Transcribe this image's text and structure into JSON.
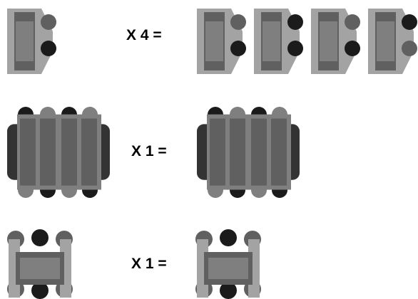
{
  "colors": {
    "light": "#a3a3a3",
    "mid": "#7f7f7f",
    "dark": "#606060",
    "darker": "#4a4a4a",
    "darkest": "#333333",
    "black": "#1b1b1b",
    "bg": "#ffffff"
  },
  "rows": [
    {
      "label": "X 4 ="
    },
    {
      "label": "X 1 ="
    },
    {
      "label": "X 1 ="
    }
  ]
}
